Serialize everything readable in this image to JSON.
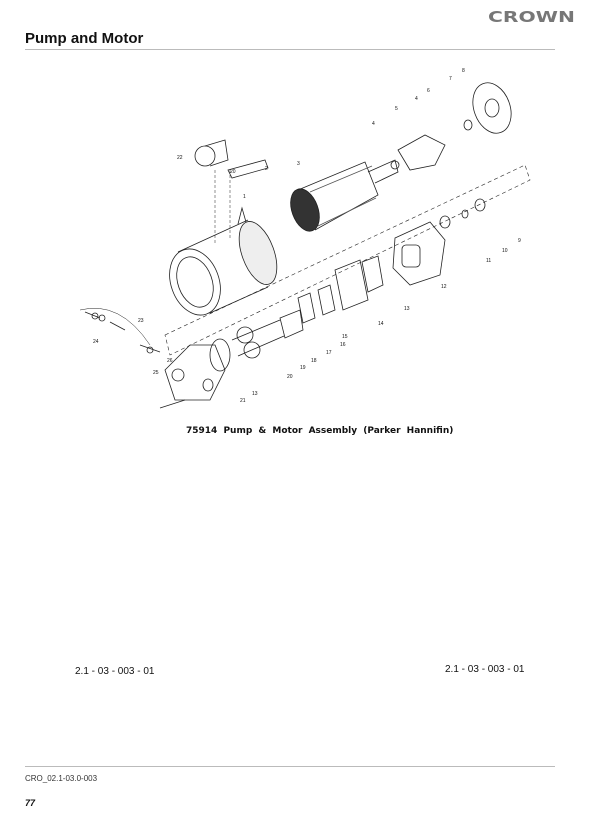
{
  "header": {
    "logo_text": "CROWN",
    "title": "Pump and Motor"
  },
  "figure": {
    "caption": "75914 Pump & Motor Assembly (Parker Hannifin)",
    "callouts": [
      "1",
      "2",
      "3",
      "4",
      "5",
      "4",
      "6",
      "7",
      "8",
      "9",
      "10",
      "11",
      "12",
      "13",
      "14",
      "15",
      "16",
      "17",
      "18",
      "19",
      "20",
      "21",
      "13",
      "22",
      "20",
      "23",
      "24",
      "25",
      "26"
    ]
  },
  "references": {
    "left": "2.1 - 03 - 003 - 01",
    "right": "2.1 - 03 - 003 - 01"
  },
  "footer": {
    "doc_id": "CRO_02.1-03.0-003",
    "page_number": "77"
  }
}
